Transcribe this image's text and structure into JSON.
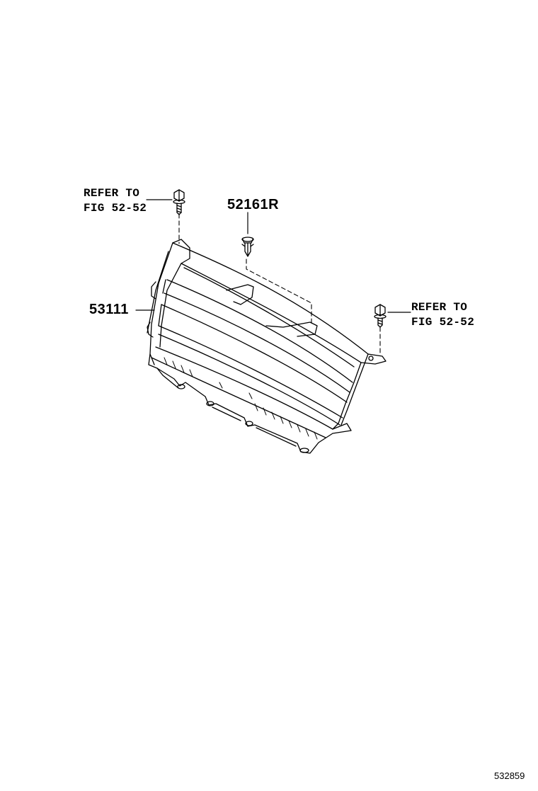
{
  "callouts": {
    "refer_left": {
      "line1": "REFER TO",
      "line2": "FIG 52-52"
    },
    "refer_right": {
      "line1": "REFER TO",
      "line2": "FIG 52-52"
    },
    "part_clip": "52161R",
    "part_grille": "53111"
  },
  "figure_id": "532859",
  "colors": {
    "ink": "#000000",
    "paper": "#ffffff"
  }
}
